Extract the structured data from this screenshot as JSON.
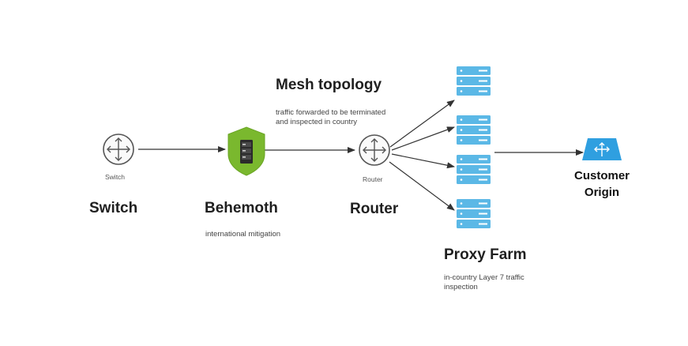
{
  "labels": {
    "switch_icon_caption": "Switch",
    "switch_title": "Switch",
    "behemoth_title": "Behemoth",
    "behemoth_desc": "international mitigation",
    "router_icon_caption": "Router",
    "router_title": "Router",
    "mesh_title": "Mesh topology",
    "mesh_desc_line1": "traffic forwarded to be terminated",
    "mesh_desc_line2": "and inspected in country",
    "proxy_title": "Proxy Farm",
    "proxy_desc_line1": "in-country Layer 7 traffic",
    "proxy_desc_line2": "inspection",
    "origin_line1": "Customer",
    "origin_line2": "Origin"
  },
  "colors": {
    "server_blue": "#5bb8e6",
    "shield_green": "#7ab82e",
    "origin_blue": "#2f9fe0",
    "line": "#333333",
    "icon_stroke": "#555555"
  },
  "icons": {
    "switch": "switch-icon",
    "shield": "shield-server-icon",
    "router": "router-icon",
    "server": "server-rack-icon",
    "origin": "load-balancer-icon"
  }
}
